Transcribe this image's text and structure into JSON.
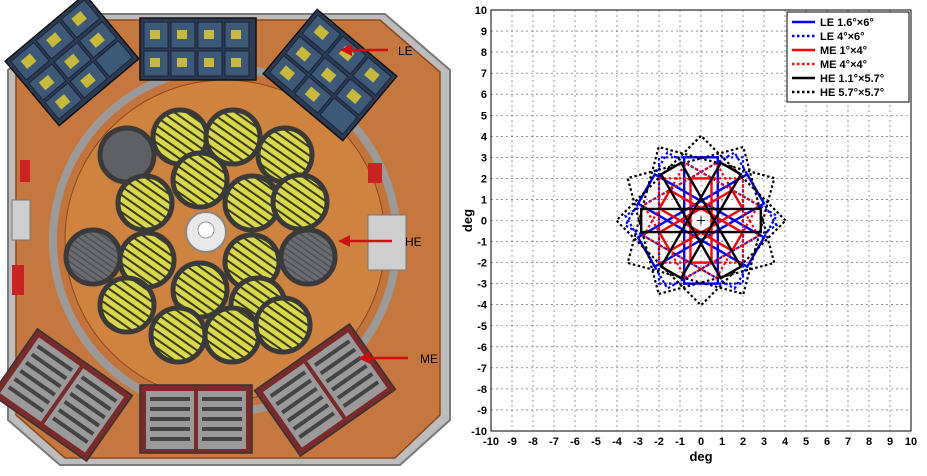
{
  "instrument_labels": {
    "le": "LE",
    "he": "HE",
    "me": "ME"
  },
  "colors": {
    "plate": "#c8743a",
    "plate_dark": "#a85a25",
    "frame": "#b9b9b9",
    "le_module": "#2b3a55",
    "he_detector": "#d8d84a",
    "he_detector_dark": "#5f6065",
    "me_module": "#7a2a2a",
    "arrow": "#d01010",
    "le_series": "#0000ff",
    "me_series": "#ff0000",
    "he_series": "#000000"
  },
  "chart_data": {
    "type": "line",
    "xlabel": "deg",
    "ylabel": "deg",
    "xlim": [
      -10,
      10
    ],
    "ylim": [
      -10,
      10
    ],
    "xticks": [
      -10,
      -9,
      -8,
      -7,
      -6,
      -5,
      -4,
      -3,
      -2,
      -1,
      0,
      1,
      2,
      3,
      4,
      5,
      6,
      7,
      8,
      9,
      10
    ],
    "yticks": [
      -10,
      -9,
      -8,
      -7,
      -6,
      -5,
      -4,
      -3,
      -2,
      -1,
      0,
      1,
      2,
      3,
      4,
      5,
      6,
      7,
      8,
      9,
      10
    ],
    "grid": true,
    "legend_position": "top-right",
    "center_marker": [
      0,
      0
    ],
    "series": [
      {
        "name": "LE 1.6°×6°",
        "color": "#0000ff",
        "style": "solid",
        "width": 1.6,
        "height": 6,
        "angles": [
          0,
          60,
          120
        ]
      },
      {
        "name": "LE 4°×6°",
        "color": "#0000ff",
        "style": "dotted",
        "width": 4,
        "height": 6,
        "angles": [
          0,
          60,
          120
        ]
      },
      {
        "name": "ME 1°×4°",
        "color": "#ff0000",
        "style": "solid",
        "width": 1,
        "height": 4,
        "angles": [
          0,
          60,
          120
        ]
      },
      {
        "name": "ME 4°×4°",
        "color": "#ff0000",
        "style": "dotted",
        "width": 4,
        "height": 4,
        "angles": [
          0,
          60,
          120
        ]
      },
      {
        "name": "HE 1.1°×5.7°",
        "color": "#000000",
        "style": "solid",
        "width": 1.1,
        "height": 5.7,
        "angles": [
          90,
          30,
          150
        ]
      },
      {
        "name": "HE 5.7°×5.7°",
        "color": "#000000",
        "style": "dotted",
        "width": 5.7,
        "height": 5.7,
        "angles": [
          15,
          75,
          135
        ]
      }
    ]
  }
}
